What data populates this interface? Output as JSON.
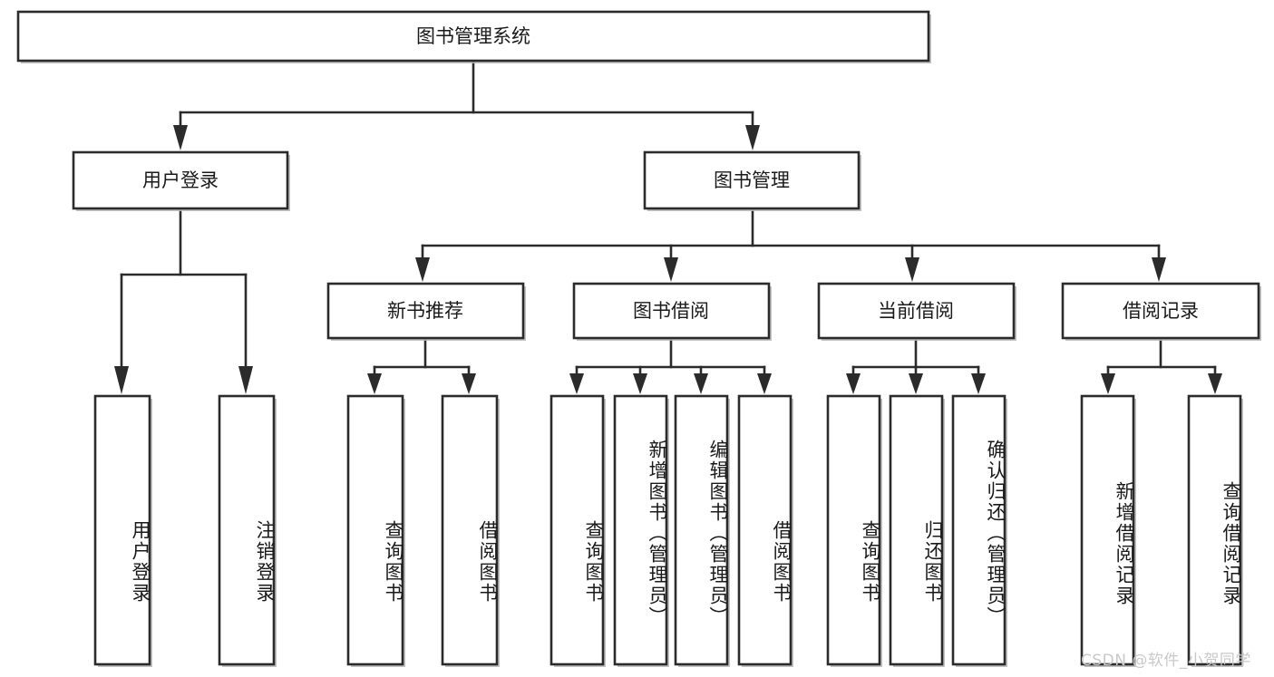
{
  "diagram": {
    "type": "tree",
    "title": "图书管理系统",
    "orientation": "top-down",
    "colors": {
      "box_fill": "#ffffff",
      "box_stroke": "#2b2b2b",
      "text": "#1a1a1a",
      "watermark": "#c9c9c9",
      "background": "#ffffff"
    },
    "levels": {
      "root": {
        "label": "图书管理系统"
      },
      "level2": [
        {
          "id": "user-login",
          "label": "用户登录"
        },
        {
          "id": "book-manage",
          "label": "图书管理"
        }
      ],
      "level3": [
        {
          "id": "new-book-recommend",
          "label": "新书推荐",
          "parent": "book-manage"
        },
        {
          "id": "book-borrow",
          "label": "图书借阅",
          "parent": "book-manage"
        },
        {
          "id": "current-borrow",
          "label": "当前借阅",
          "parent": "book-manage"
        },
        {
          "id": "borrow-record",
          "label": "借阅记录",
          "parent": "book-manage"
        }
      ],
      "leaves": [
        {
          "id": "leaf-user-login",
          "label": "用户登录",
          "parent": "user-login"
        },
        {
          "id": "leaf-user-logout",
          "label": "注销登录",
          "parent": "user-login"
        },
        {
          "id": "leaf-query-book-1",
          "label": "查询图书",
          "parent": "new-book-recommend"
        },
        {
          "id": "leaf-borrow-book-1",
          "label": "借阅图书",
          "parent": "new-book-recommend"
        },
        {
          "id": "leaf-query-book-2",
          "label": "查询图书",
          "parent": "book-borrow"
        },
        {
          "id": "leaf-add-book",
          "label": "新增图书（管理员）",
          "parent": "book-borrow"
        },
        {
          "id": "leaf-edit-book",
          "label": "编辑图书（管理员）",
          "parent": "book-borrow"
        },
        {
          "id": "leaf-borrow-book-2",
          "label": "借阅图书",
          "parent": "book-borrow"
        },
        {
          "id": "leaf-query-book-3",
          "label": "查询图书",
          "parent": "current-borrow"
        },
        {
          "id": "leaf-return-book",
          "label": "归还图书",
          "parent": "current-borrow"
        },
        {
          "id": "leaf-confirm-return",
          "label": "确认归还（管理员）",
          "parent": "current-borrow"
        },
        {
          "id": "leaf-add-record",
          "label": "新增借阅记录",
          "parent": "borrow-record"
        },
        {
          "id": "leaf-query-record",
          "label": "查询借阅记录",
          "parent": "borrow-record"
        }
      ]
    }
  },
  "watermark": {
    "text": "CSDN @软件_小贺同学"
  }
}
